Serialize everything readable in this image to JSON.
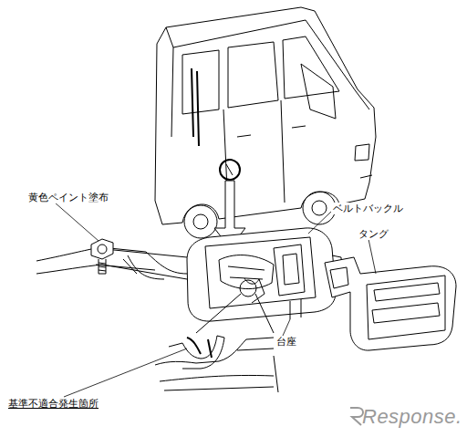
{
  "diagram": {
    "labels": [
      "黄色ペイント塗布",
      "ベルトバックル",
      "タング",
      "台座",
      "基準不適合発生箇所",
      "Response."
    ]
  }
}
